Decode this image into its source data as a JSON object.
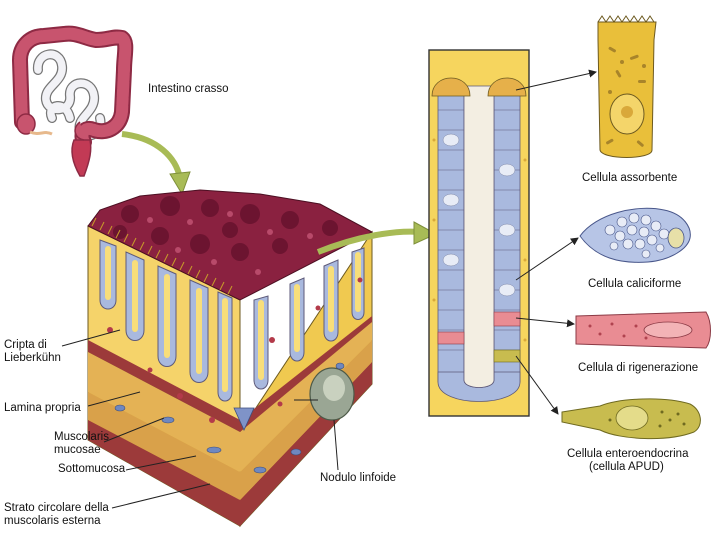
{
  "labels": {
    "intestino_crasso": "Intestino crasso",
    "cripta_di": "Cripta di",
    "lieberkuhn": "Lieberkühn",
    "lamina_propria": "Lamina propria",
    "muscolaris": "Muscolaris",
    "mucosae": "mucosae",
    "sottomucosa": "Sottomucosa",
    "strato_circolare_1": "Strato circolare della",
    "strato_circolare_2": "muscolaris esterna",
    "nodulo_linfoide": "Nodulo linfoide",
    "cellula_assorbente": "Cellula assorbente",
    "cellula_caliciforme": "Cellula caliciforme",
    "cellula_rigenerazione": "Cellula di rigenerazione",
    "cellula_enteroendocrina_1": "Cellula enteroendocrina",
    "cellula_enteroendocrina_2": "(cellula APUD)"
  },
  "colors": {
    "colon": "#c8546e",
    "colon_dark": "#8e2a44",
    "small_intestine": "#f2f2f6",
    "rectum": "#c23a55",
    "lamina_yellow": "#f3cc45",
    "lamina_light": "#f8de7a",
    "surface_red": "#8a2140",
    "epithelium_blue": "#a9b9de",
    "muscle_red": "#9c3a3a",
    "submucosa": "#e4b255",
    "lymph_node": "#9aa694",
    "absorbent_cell": "#e9bf3a",
    "goblet_cell": "#b7c5e6",
    "regen_cell": "#e98c93",
    "enteroendocrine_cell": "#c8bc4f",
    "arrow_green": "#a8bb56"
  }
}
